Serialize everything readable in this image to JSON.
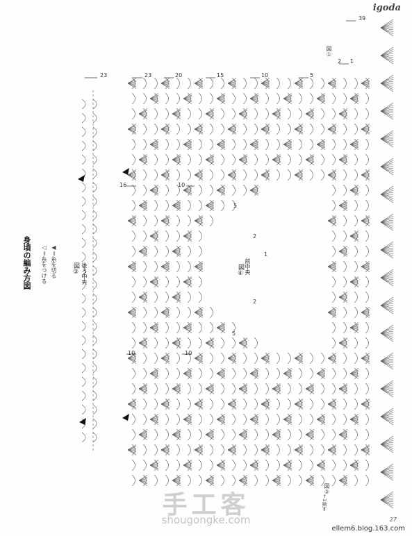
{
  "brand": {
    "name": "igoda",
    "mark": ""
  },
  "title": "身頃の編み方図",
  "legend": {
    "join": "◁＝糸をつける",
    "cut": "◀＝糸を切る"
  },
  "labels": {
    "fig3": "図③",
    "back_center": "後ろ中央",
    "fig4": "図④",
    "front_center": "前中央",
    "fig1": "図①",
    "fig2": "図②",
    "pickup": "←1拾す"
  },
  "row_numbers": {
    "r39": "39",
    "r23": "23",
    "r20": "20",
    "r15": "15",
    "r10": "10",
    "r5": "5",
    "r2": "2",
    "r1": "1",
    "r16": "16"
  },
  "watermark": {
    "cn": "手工客",
    "url": "shougongke.com"
  },
  "blog_url": "ellem6.blog.163.com",
  "page_number": "27",
  "colors": {
    "ink": "#555555",
    "paper": "#fdfdfd"
  }
}
